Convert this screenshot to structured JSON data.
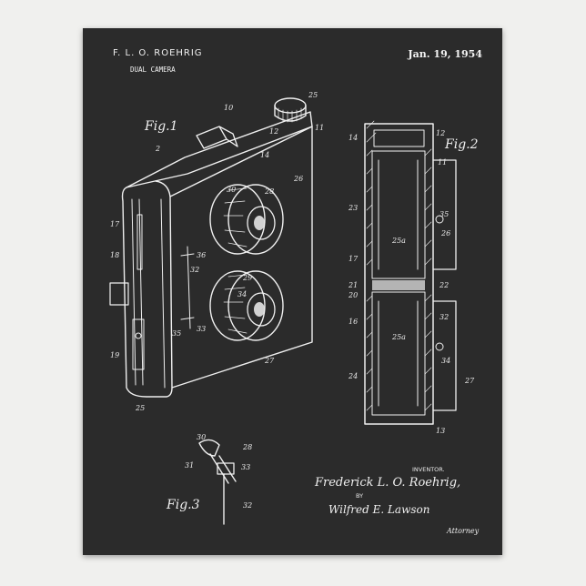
{
  "header": {
    "inventor_name": "F. L. O. ROEHRIG",
    "title": "DUAL CAMERA",
    "date": "Jan. 19, 1954"
  },
  "figures": {
    "fig1": "Fig.1",
    "fig2": "Fig.2",
    "fig3": "Fig.3"
  },
  "signature": {
    "inventor_caption": "INVENTOR.",
    "inventor_signature": "Frederick L. O. Roehrig,",
    "by": "BY",
    "attorney_signature": "Wilfred E. Lawson",
    "attorney_caption": "Attorney"
  },
  "reference_numerals": {
    "fig1": [
      "10",
      "25",
      "12",
      "11",
      "2",
      "14",
      "26",
      "30",
      "28",
      "17",
      "18",
      "36",
      "32",
      "29",
      "34",
      "33",
      "35",
      "19",
      "27",
      "25"
    ],
    "fig2": [
      "14",
      "12",
      "11",
      "23",
      "35",
      "25a",
      "26",
      "17",
      "21",
      "20",
      "22",
      "16",
      "32",
      "25a",
      "34",
      "24",
      "27",
      "13"
    ],
    "fig3": [
      "30",
      "28",
      "31",
      "33",
      "32"
    ]
  },
  "colors": {
    "board": "#2b2b2b",
    "ink": "#f0f0f0",
    "frame": "#f0f0ee"
  }
}
